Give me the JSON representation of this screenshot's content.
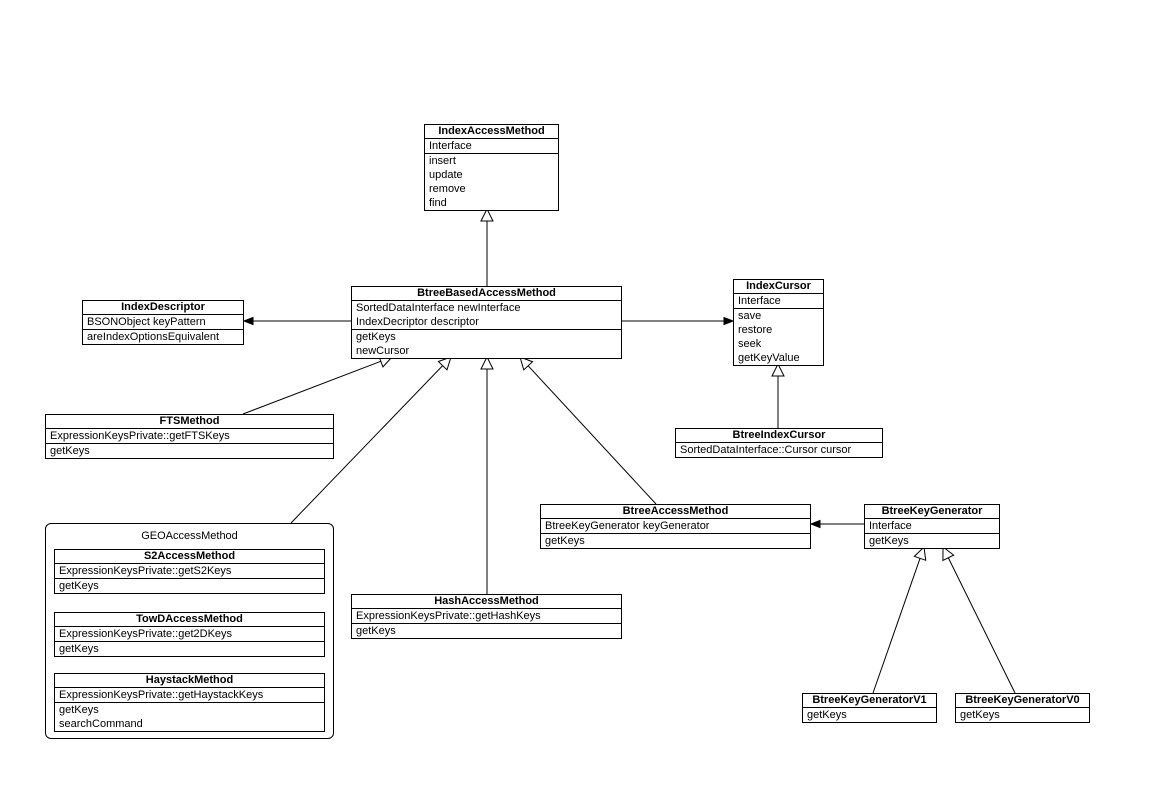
{
  "classes": {
    "index_access_method": {
      "name": "IndexAccessMethod",
      "attributes": [
        "Interface"
      ],
      "methods": [
        "insert",
        "update",
        "remove",
        "find"
      ]
    },
    "btree_based_access_method": {
      "name": "BtreeBasedAccessMethod",
      "attributes": [
        "SortedDataInterface newInterface",
        "IndexDecriptor descriptor"
      ],
      "methods": [
        "getKeys",
        "newCursor"
      ]
    },
    "index_descriptor": {
      "name": "IndexDescriptor",
      "attributes": [
        "BSONObject keyPattern"
      ],
      "methods": [
        "areIndexOptionsEquivalent"
      ]
    },
    "index_cursor": {
      "name": "IndexCursor",
      "attributes": [
        "Interface"
      ],
      "methods": [
        "save",
        "restore",
        "seek",
        "getKeyValue"
      ]
    },
    "btree_index_cursor": {
      "name": "BtreeIndexCursor",
      "attributes": [
        "SortedDataInterface::Cursor cursor"
      ],
      "methods": []
    },
    "fts_method": {
      "name": "FTSMethod",
      "attributes": [
        "ExpressionKeysPrivate::getFTSKeys"
      ],
      "methods": [
        "getKeys"
      ]
    },
    "btree_access_method": {
      "name": "BtreeAccessMethod",
      "attributes": [
        "BtreeKeyGenerator keyGenerator"
      ],
      "methods": [
        "getKeys"
      ]
    },
    "btree_key_generator": {
      "name": "BtreeKeyGenerator",
      "attributes": [
        "Interface"
      ],
      "methods": [
        "getKeys"
      ]
    },
    "hash_access_method": {
      "name": "HashAccessMethod",
      "attributes": [
        "ExpressionKeysPrivate::getHashKeys"
      ],
      "methods": [
        "getKeys"
      ]
    },
    "s2_access_method": {
      "name": "S2AccessMethod",
      "attributes": [
        "ExpressionKeysPrivate::getS2Keys"
      ],
      "methods": [
        "getKeys"
      ]
    },
    "tow_d_access_method": {
      "name": "TowDAccessMethod",
      "attributes": [
        "ExpressionKeysPrivate::get2DKeys"
      ],
      "methods": [
        "getKeys"
      ]
    },
    "haystack_method": {
      "name": "HaystackMethod",
      "attributes": [
        "ExpressionKeysPrivate::getHaystackKeys"
      ],
      "methods": [
        "getKeys",
        "searchCommand"
      ]
    },
    "btree_key_generator_v1": {
      "name": "BtreeKeyGeneratorV1",
      "attributes": [
        "getKeys"
      ],
      "methods": []
    },
    "btree_key_generator_v0": {
      "name": "BtreeKeyGeneratorV0",
      "attributes": [
        "getKeys"
      ],
      "methods": []
    }
  },
  "groups": {
    "geo_access_method": {
      "label": "GEOAccessMethod"
    }
  },
  "relations": [
    {
      "from": "btree_based_access_method",
      "to": "index_access_method",
      "kind": "inheritance"
    },
    {
      "from": "fts_method",
      "to": "btree_based_access_method",
      "kind": "inheritance"
    },
    {
      "from": "geo_access_method",
      "to": "btree_based_access_method",
      "kind": "inheritance"
    },
    {
      "from": "hash_access_method",
      "to": "btree_based_access_method",
      "kind": "inheritance"
    },
    {
      "from": "btree_access_method",
      "to": "btree_based_access_method",
      "kind": "inheritance"
    },
    {
      "from": "btree_index_cursor",
      "to": "index_cursor",
      "kind": "inheritance"
    },
    {
      "from": "btree_key_generator_v1",
      "to": "btree_key_generator",
      "kind": "inheritance"
    },
    {
      "from": "btree_key_generator_v0",
      "to": "btree_key_generator",
      "kind": "inheritance"
    },
    {
      "from": "btree_based_access_method",
      "to": "index_descriptor",
      "kind": "association"
    },
    {
      "from": "btree_based_access_method",
      "to": "index_cursor",
      "kind": "association"
    },
    {
      "from": "btree_key_generator",
      "to": "btree_access_method",
      "kind": "association"
    }
  ],
  "colors": {
    "line": "#000000",
    "background": "#ffffff"
  }
}
